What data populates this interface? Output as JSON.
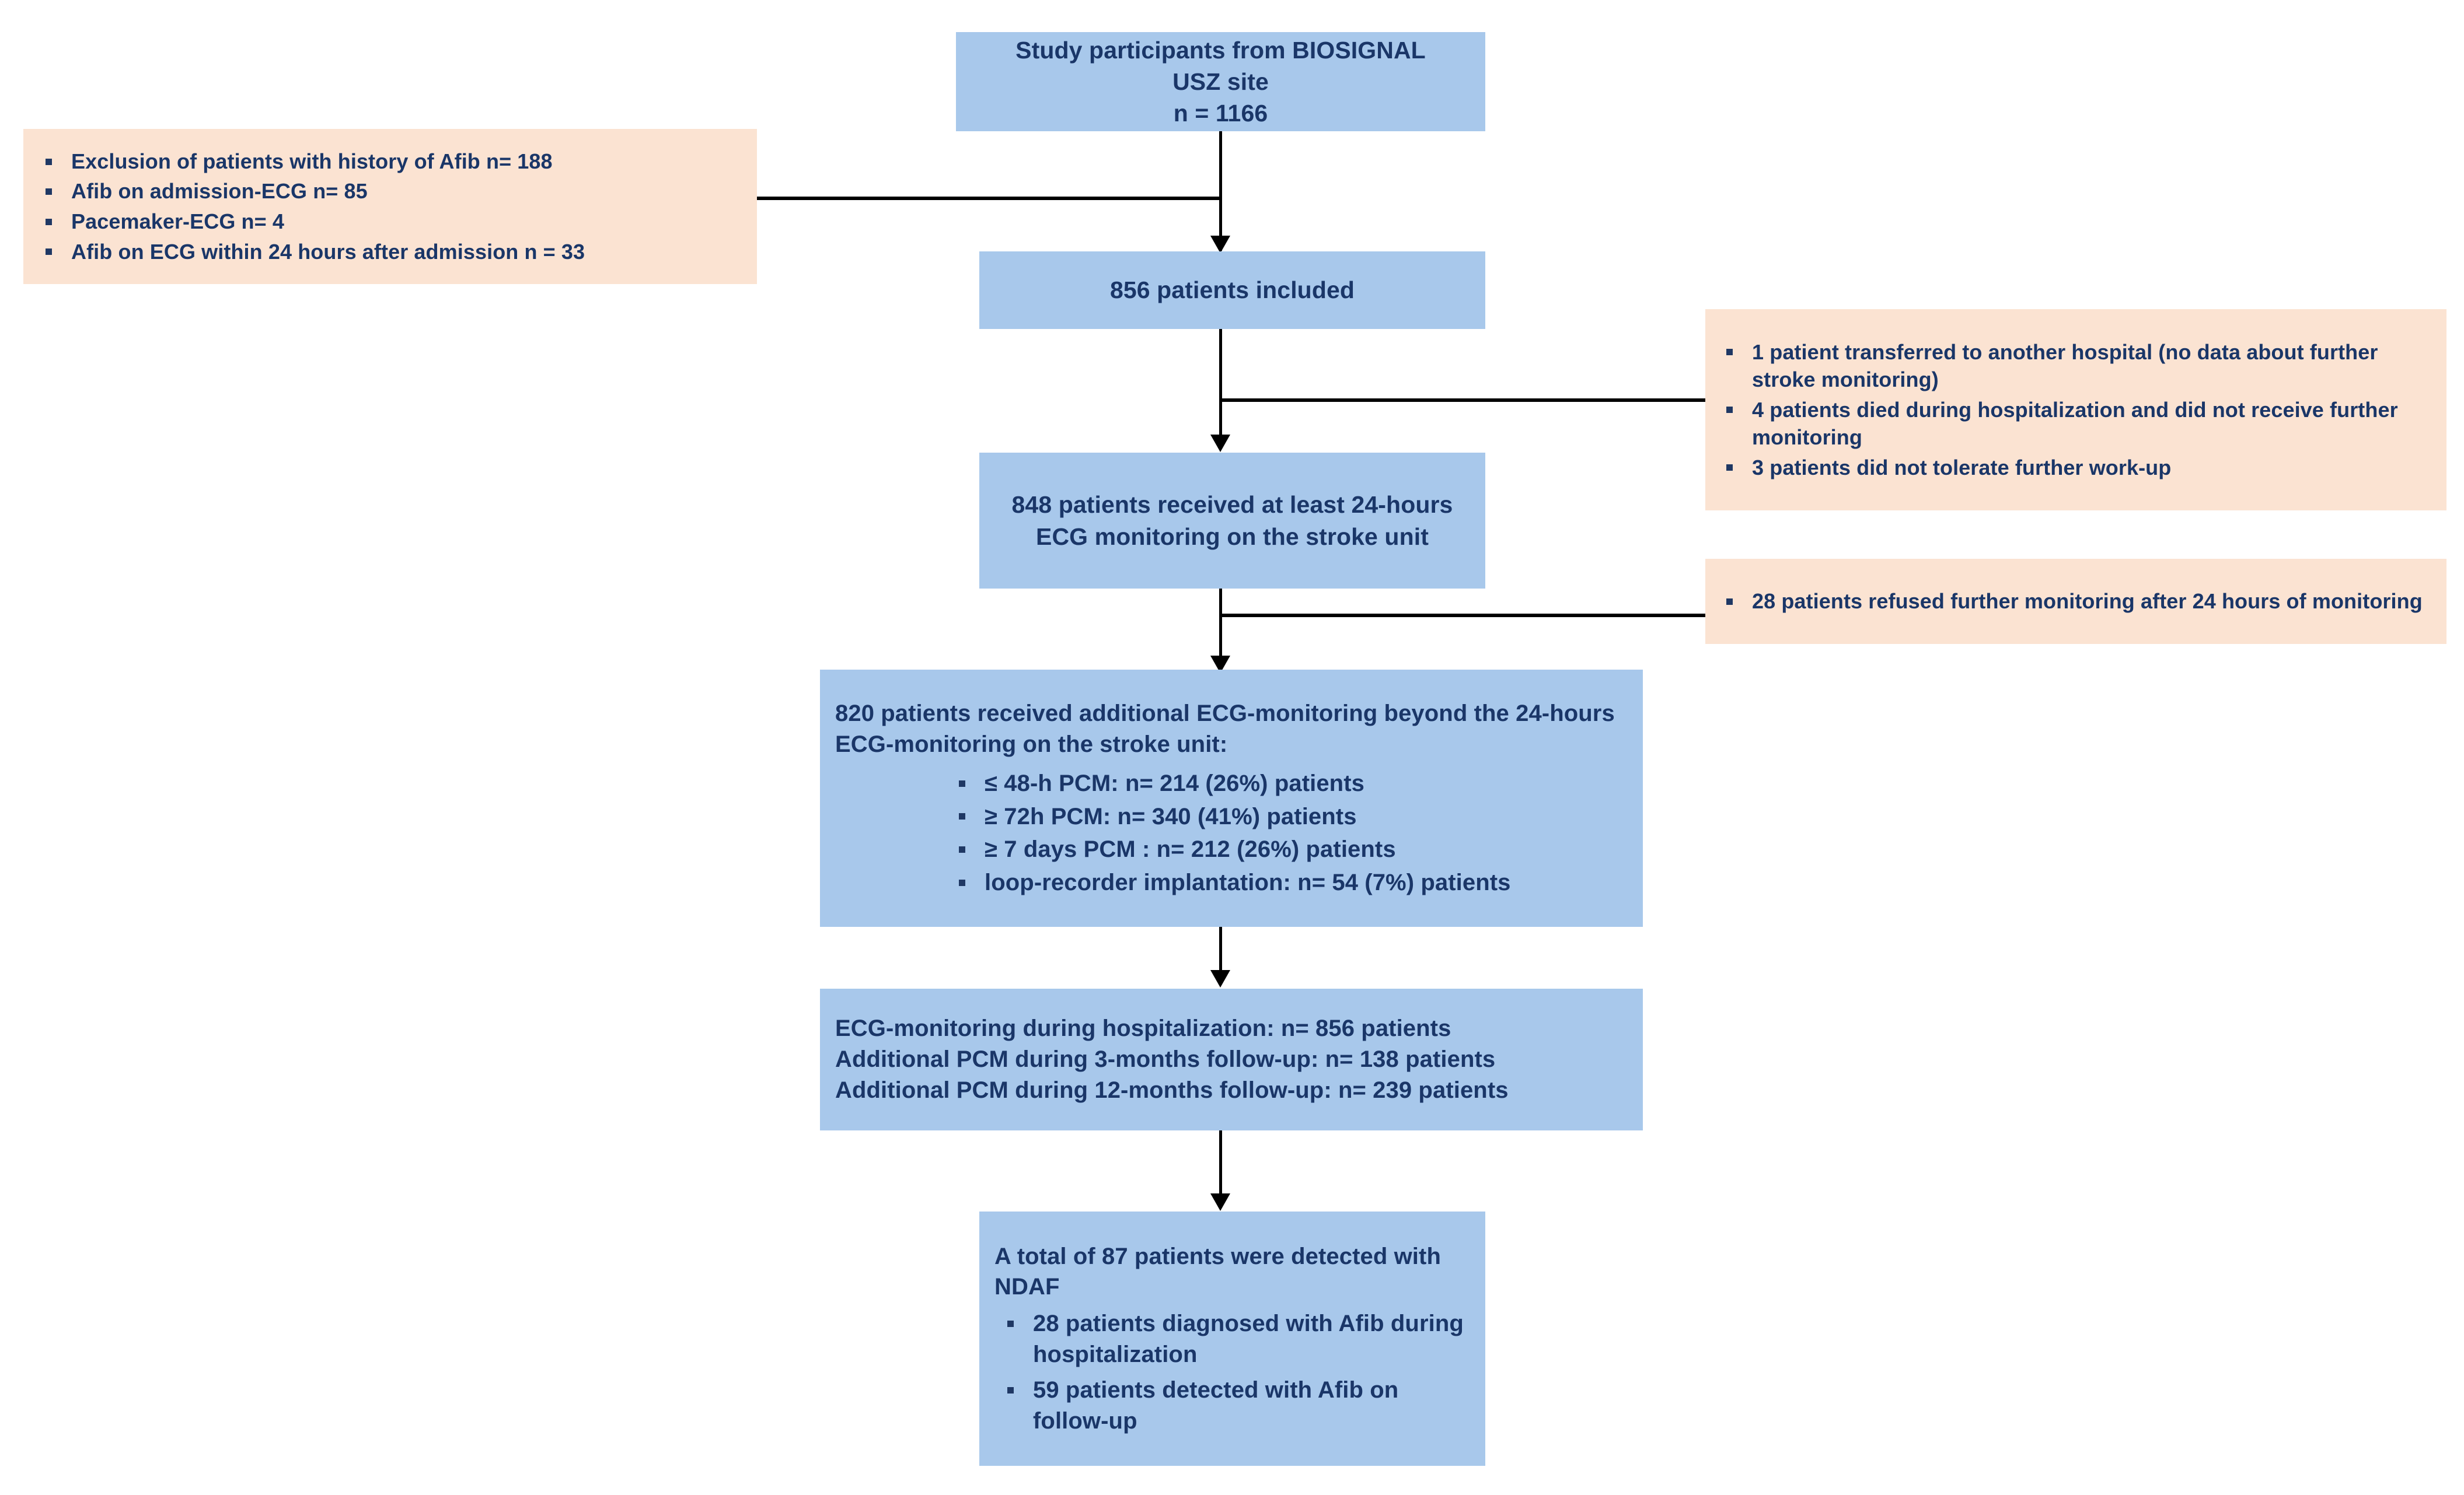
{
  "diagram": {
    "title": "Study participant flow diagram",
    "colors": {
      "node_blue": "#a8c8eb",
      "node_peach": "#fbe3d2",
      "text_navy": "#1a3668",
      "connector_black": "#000000"
    },
    "nodes": {
      "source": {
        "lines": [
          "Study participants from BIOSIGNAL",
          "USZ site",
          "n = 1166"
        ]
      },
      "exclusions_1": {
        "bullets": [
          "Exclusion of patients with history of Afib n= 188",
          "Afib on admission-ECG n= 85",
          "Pacemaker-ECG n= 4",
          "Afib on ECG within 24 hours after admission n = 33"
        ]
      },
      "included": {
        "lines": [
          "856 patients included"
        ]
      },
      "exclusions_2": {
        "bullets": [
          "1 patient transferred to another hospital (no data about further stroke monitoring)",
          "4 patients died during hospitalization and did not receive further monitoring",
          "3 patients did not tolerate further work-up"
        ]
      },
      "monitored_24h": {
        "lines": [
          "848 patients received at least 24-hours ECG monitoring on the stroke unit"
        ]
      },
      "exclusions_3": {
        "bullets": [
          "28 patients refused further monitoring after 24 hours of monitoring"
        ]
      },
      "additional_monitoring": {
        "heading": "820 patients received additional ECG-monitoring beyond the 24-hours ECG-monitoring on the stroke unit:",
        "bullets": [
          "≤ 48-h PCM: n= 214 (26%) patients",
          "≥ 72h PCM:  n= 340 (41%) patients",
          "≥  7 days PCM : n= 212 (26%) patients",
          "loop-recorder implantation: n= 54 (7%) patients"
        ]
      },
      "monitoring_summary": {
        "lines": [
          "ECG-monitoring during hospitalization: n= 856 patients",
          "Additional PCM during 3-months follow-up: n= 138 patients",
          "Additional PCM during 12-months follow-up: n= 239 patients"
        ]
      },
      "outcome": {
        "heading": "A total of 87 patients were detected with NDAF",
        "bullets": [
          "28 patients diagnosed with Afib during hospitalization",
          "59 patients detected with Afib on follow-up"
        ]
      }
    }
  }
}
